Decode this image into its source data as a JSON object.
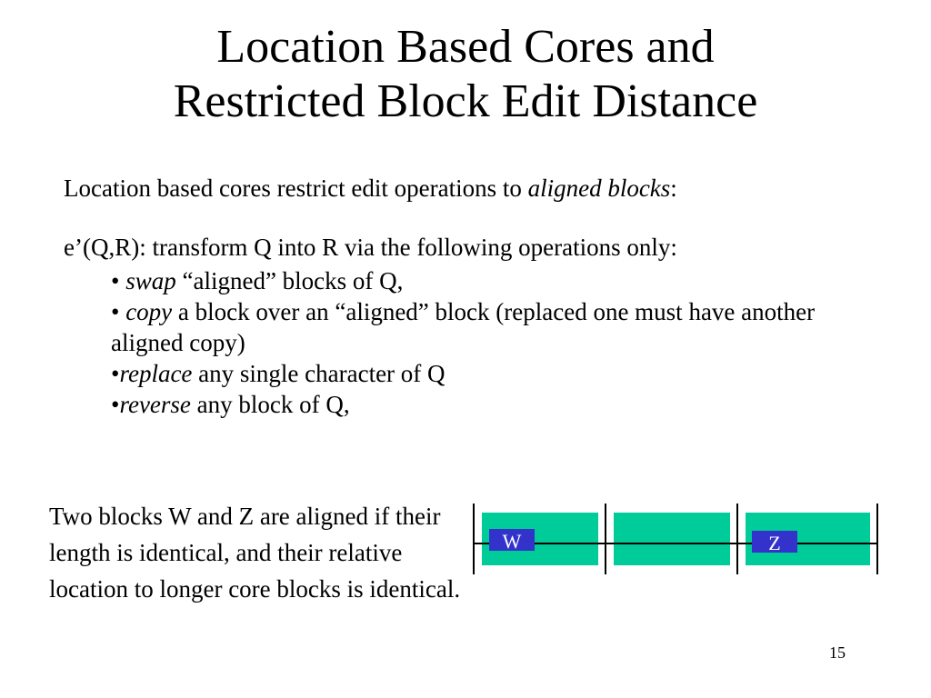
{
  "slide": {
    "title_line1": "Location Based Cores and",
    "title_line2": "Restricted Block Edit Distance",
    "intro_text": "Location based cores restrict edit operations to ",
    "intro_emphasis": "aligned blocks",
    "intro_suffix": ":",
    "ops_lead": "e’(Q,R): transform Q into R via the following operations only:",
    "operations": [
      {
        "bullet": "• ",
        "verb": "swap",
        "rest": " “aligned” blocks of Q,"
      },
      {
        "bullet": "• ",
        "verb": "copy",
        "rest": " a block over an “aligned” block (replaced one must have another aligned copy)"
      },
      {
        "bullet": "•",
        "verb": "replace",
        "rest": " any single character of Q"
      },
      {
        "bullet": "•",
        "verb": "reverse",
        "rest": " any block of Q,"
      }
    ],
    "aligned_definition": "Two blocks W and Z are aligned if their length is identical, and their relative location to longer core blocks is identical.",
    "slide_number": "15"
  },
  "diagram": {
    "label_w": "W",
    "label_z": "Z",
    "colors": {
      "core_block": "#00CC99",
      "aligned_block": "#3333CC",
      "aligned_label": "#FFFFFF",
      "line": "#000000"
    }
  }
}
